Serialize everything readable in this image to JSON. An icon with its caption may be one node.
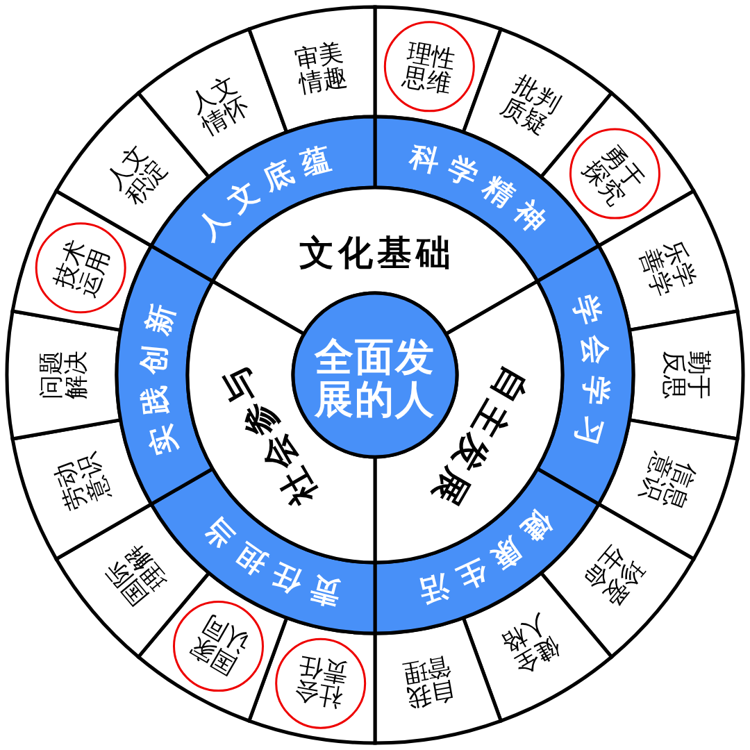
{
  "diagram": {
    "nodes": [
      {
        "text": [
          "全面发展的人"
        ]
      },
      {
        "text": [
          "文化基础"
        ]
      },
      {
        "text": [
          "自主发展"
        ]
      },
      {
        "text": [
          "社会参与"
        ]
      },
      {
        "text": [
          "科学精神"
        ]
      },
      {
        "text": [
          "学会学习"
        ]
      },
      {
        "text": [
          "健康生活"
        ]
      },
      {
        "text": [
          "责任担当"
        ]
      },
      {
        "text": [
          "实践创新"
        ]
      },
      {
        "text": [
          "人文底蕴"
        ]
      },
      {
        "text": [],
        "shape": "sector"
      },
      {
        "text": [
          "理性思维"
        ],
        "in": 10
      },
      {
        "text": [
          "批判质疑"
        ]
      },
      {
        "text": [],
        "shape": "sector"
      },
      {
        "text": [
          "勇于探究"
        ],
        "in": 13
      },
      {
        "text": [
          "乐学善学"
        ]
      },
      {
        "text": [
          "勤于反思"
        ]
      },
      {
        "text": [
          "信息意识"
        ]
      },
      {
        "text": [
          "珍爱生命"
        ]
      },
      {
        "text": [
          "健全人格"
        ]
      },
      {
        "text": [
          "自我管理"
        ]
      },
      {
        "text": [],
        "shape": "sector"
      },
      {
        "text": [
          "社会责任"
        ],
        "in": 21
      },
      {
        "text": [],
        "shape": "sector"
      },
      {
        "text": [
          "国家认同"
        ],
        "in": 23
      },
      {
        "text": [
          "国际理解"
        ]
      },
      {
        "text": [
          "劳动意识"
        ]
      },
      {
        "text": [
          "问题解决"
        ]
      },
      {
        "text": [],
        "shape": "sector"
      },
      {
        "text": [
          "技术运用"
        ],
        "in": 28
      },
      {
        "text": [
          "人文积淀"
        ]
      },
      {
        "text": [
          "人文情怀"
        ]
      },
      {
        "text": [
          "审美情趣"
        ]
      }
    ]
  }
}
